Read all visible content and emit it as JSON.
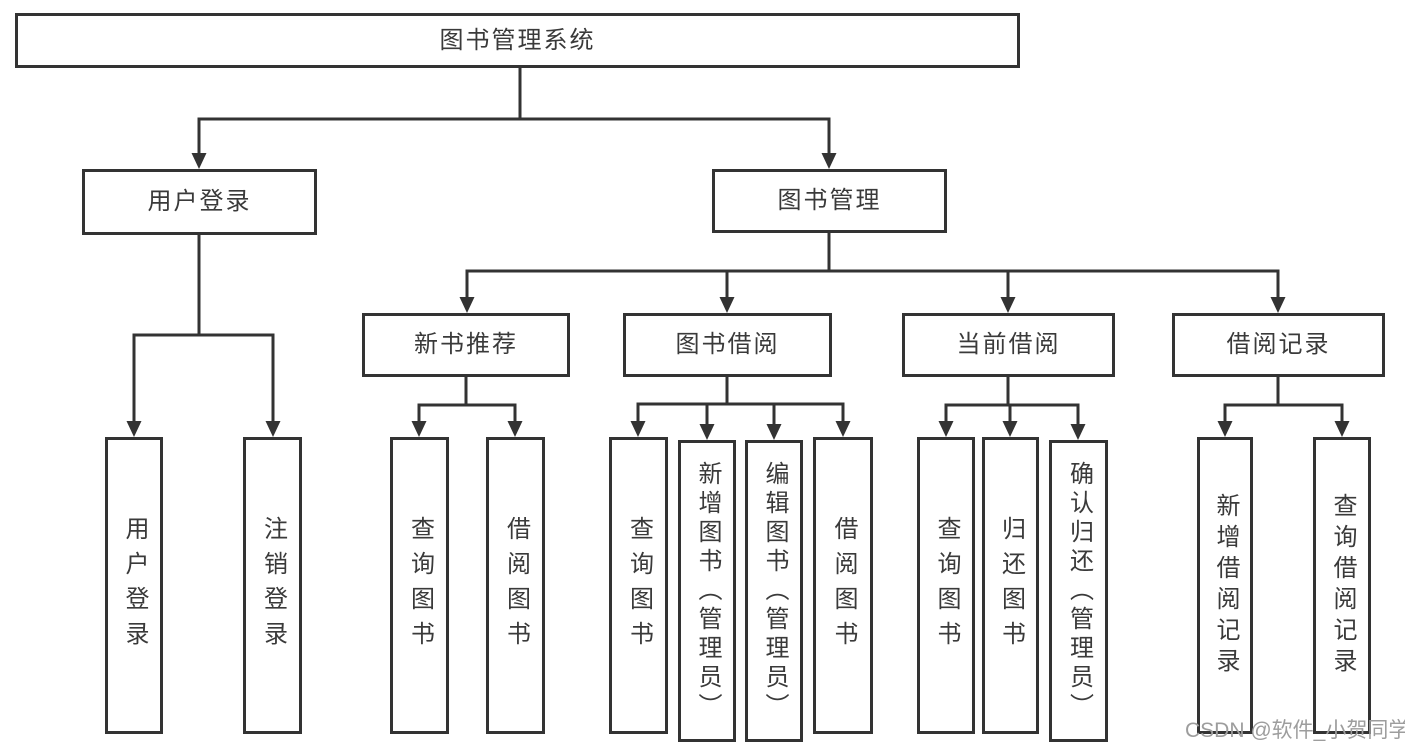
{
  "diagram": {
    "root": "图书管理系统",
    "level1": {
      "user_login": "用户登录",
      "book_mgmt": "图书管理"
    },
    "level2": {
      "new_book": "新书推荐",
      "book_borrow": "图书借阅",
      "current_borrow": "当前借阅",
      "borrow_record": "借阅记录"
    },
    "leaves": {
      "user_login": "用户登录",
      "logout": "注销登录",
      "nb_query": "查询图书",
      "nb_borrow": "借阅图书",
      "bb_query": "查询图书",
      "bb_add": "新增图书（管理员）",
      "bb_edit": "编辑图书（管理员）",
      "bb_borrow": "借阅图书",
      "cb_query": "查询图书",
      "cb_return": "归还图书",
      "cb_confirm": "确认归还（管理员）",
      "rec_add": "新增借阅记录",
      "rec_query": "查询借阅记录"
    }
  },
  "watermark": {
    "text": "CSDN @软件_小贺同学",
    "color": "#9d9d9d"
  },
  "colors": {
    "line": "#333333",
    "text": "#3a3a3a",
    "background": "#ffffff"
  }
}
